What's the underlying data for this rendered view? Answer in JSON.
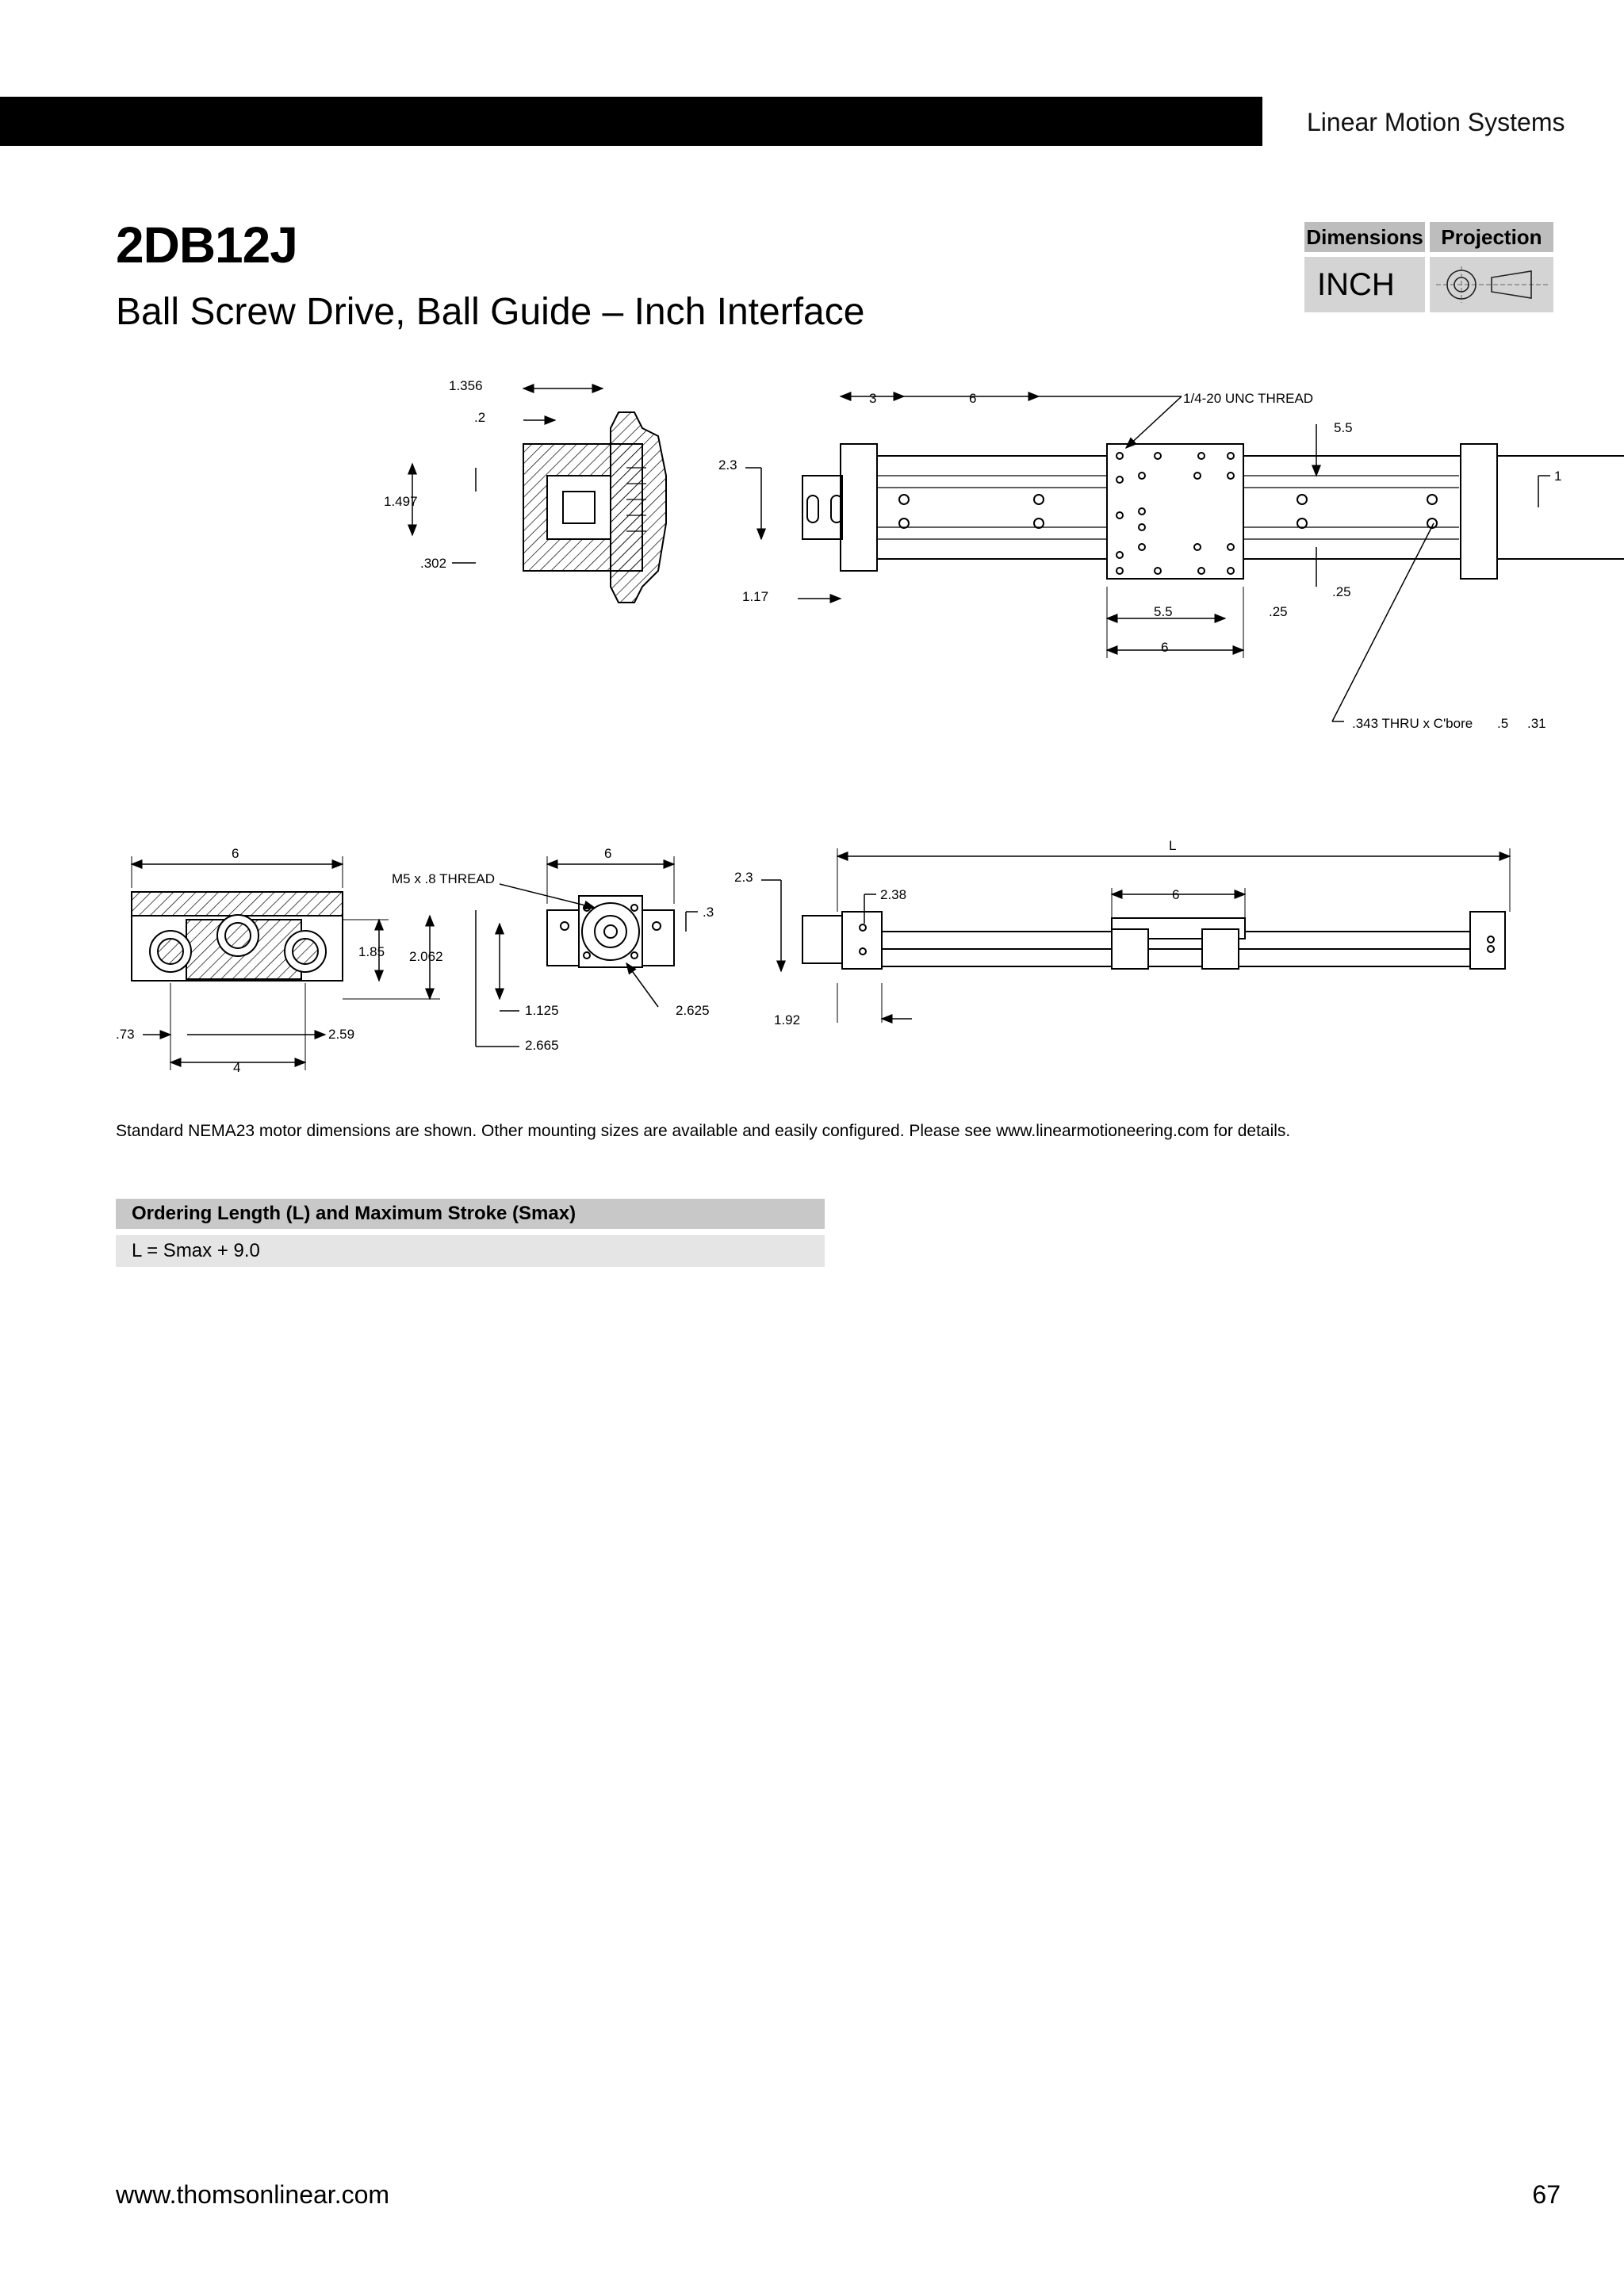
{
  "header": {
    "section_title": "Linear Motion Systems"
  },
  "product": {
    "code": "2DB12J",
    "subtitle": "Ball Screw Drive, Ball Guide – Inch Interface"
  },
  "spec_table": {
    "col1_header": "Dimensions",
    "col2_header": "Projection",
    "unit": "INCH",
    "projection_icon": "first-angle-projection-icon"
  },
  "drawings": {
    "end_view_top": {
      "dims": [
        "1.356",
        ".2",
        "1.497",
        ".302"
      ]
    },
    "top_view": {
      "dims": [
        "3",
        "6",
        "1/4-20 UNC THREAD",
        "5.5",
        "2.3",
        "1",
        "1.17",
        "5.5",
        ".25",
        "6",
        ".25",
        ".343 THRU x C'bore",
        ".5",
        ".31"
      ]
    },
    "end_view_bottom": {
      "dims": [
        "6",
        "1.85",
        "2.062",
        ".73",
        "2.59",
        "4"
      ]
    },
    "motor_view": {
      "dims": [
        "6",
        "M5 x .8 THREAD",
        ".3",
        "1.125",
        "2.625",
        "2.665"
      ]
    },
    "side_view": {
      "dims": [
        "L",
        "2.3",
        "2.38",
        "6",
        "1.92"
      ]
    }
  },
  "note": "Standard NEMA23 motor dimensions are shown. Other mounting sizes are available and easily configured. Please see www.linearmotioneering.com for details.",
  "ordering": {
    "header": "Ordering Length (L) and Maximum Stroke (Smax)",
    "formula": "L = Smax + 9.0"
  },
  "footer": {
    "url": "www.thomsonlinear.com",
    "page": "67"
  }
}
